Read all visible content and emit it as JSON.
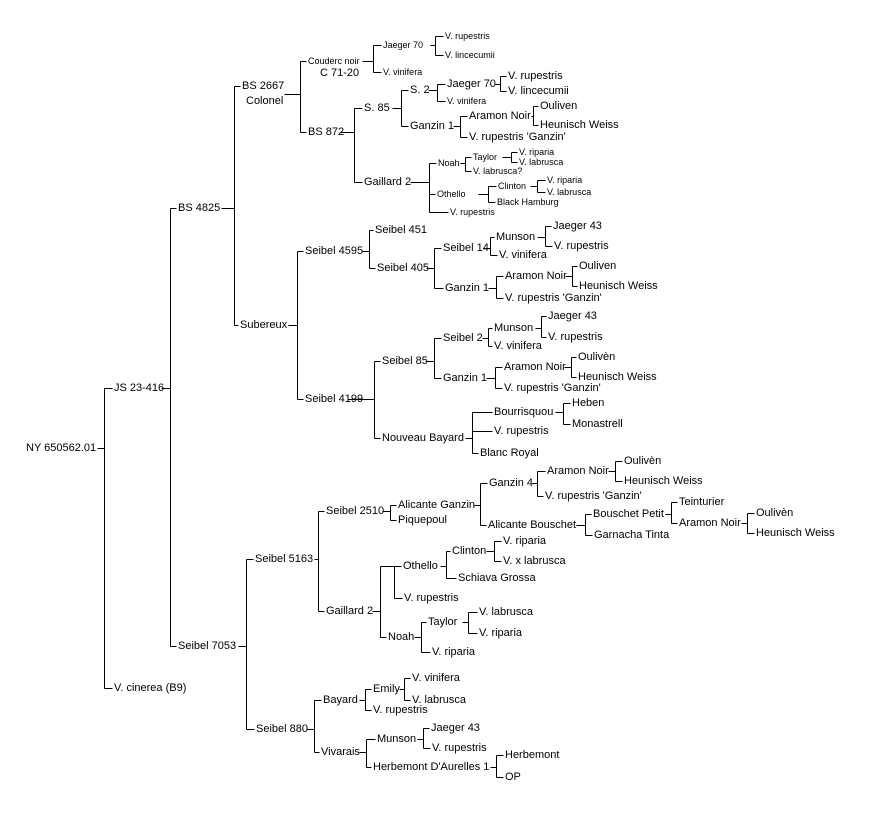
{
  "colors": {
    "line": "#000000",
    "text": "#000000",
    "background": "#ffffff"
  },
  "nodes": {
    "ny": "NY 650562.01",
    "js": "JS 23-416",
    "vcinerea": "V. cinerea (B9)",
    "bs4825": "BS 4825",
    "seibel7053": "Seibel 7053",
    "bs2667a": "BS 2667",
    "bs2667b": "Colonel",
    "subereux": "Subereux",
    "couderc_a": "Couderc noir",
    "couderc_b": "C 71-20",
    "bs872": "BS 872",
    "j70a": "Jaeger 70",
    "vv_a": "V. vinifera",
    "vr_a": "V. rupestris",
    "vl_a": "V. lincecumii",
    "s85": "S. 85",
    "gaillard2a": "Gaillard 2",
    "s2": "S. 2",
    "ganzin1a": "Ganzin 1",
    "j70b": "Jaeger 70",
    "vv_b": "V. vinifera",
    "vr_b": "V. rupestris",
    "vl_b": "V. lincecumii",
    "aramon_a": "Aramon Noir",
    "vrg_a": "V. rupestris 'Ganzin'",
    "ouliven_a": "Ouliven",
    "heunisch_a": "Heunisch Weiss",
    "noah_a": "Noah",
    "othello_a": "Othello",
    "vr_c": "V. rupestris",
    "taylor_a": "Taylor",
    "vlq_a": "V. labrusca?",
    "vrip_a": "V. riparia",
    "vlab_a": "V. labrusca",
    "clinton_a": "Clinton",
    "blackham": "Black Hamburg",
    "vrip_b": "V. riparia",
    "vlab_b": "V. labrusca",
    "seibel4595": "Seibel 4595",
    "seibel4199": "Seibel 4199",
    "seibel451": "Seibel 451",
    "seibel405": "Seibel 405",
    "seibel14": "Seibel 14",
    "ganzin1b": "Ganzin 1",
    "munson_a": "Munson",
    "vv_c": "V. vinifera",
    "j43a": "Jaeger 43",
    "vr_d": "V. rupestris",
    "aramon_b": "Aramon Noir",
    "vrg_b": "V. rupestris 'Ganzin'",
    "ouliven_b": "Ouliven",
    "heunisch_b": "Heunisch Weiss",
    "seibel85": "Seibel 85",
    "nouveau": "Nouveau Bayard",
    "seibel2": "Seibel 2",
    "ganzin1c": "Ganzin 1",
    "munson_b": "Munson",
    "vv_d": "V. vinifera",
    "j43b": "Jaeger 43",
    "vr_e": "V. rupestris",
    "aramon_c": "Aramon Noir",
    "vrg_c": "V. rupestris 'Ganzin'",
    "ouliven_c": "Oulivèn",
    "heunisch_c": "Heunisch Weiss",
    "bourrisquou": "Bourrisquou",
    "vr_f": "V. rupestris",
    "blancroyal": "Blanc Royal",
    "heben": "Heben",
    "monastrell": "Monastrell",
    "seibel5163": "Seibel 5163",
    "seibel880": "Seibel 880",
    "seibel2510": "Seibel 2510",
    "gaillard2b": "Gaillard 2",
    "alicanteganzin": "Alicante Ganzin",
    "piquepoul": "Piquepoul",
    "ganzin4": "Ganzin 4",
    "alicantebouschet": "Alicante Bouschet",
    "aramon_d": "Aramon Noir",
    "vrg_d": "V. rupestris 'Ganzin'",
    "ouliven_d": "Oulivèn",
    "heunisch_d": "Heunisch Weiss",
    "bouschetpetit": "Bouschet Petit",
    "garnacha": "Garnacha Tinta",
    "teinturier": "Teinturier",
    "aramon_e": "Aramon Noir",
    "ouliven_e": "Oulivèn",
    "heunisch_e": "Heunisch Weiss",
    "othello_b": "Othello",
    "vr_g": "V. rupestris",
    "clinton_b": "Clinton",
    "schiava": "Schiava Grossa",
    "vrip_c": "V. riparia",
    "vxl": "V. x labrusca",
    "noah_b": "Noah",
    "taylor_b": "Taylor",
    "vrip_d": "V. riparia",
    "vlab_c": "V. labrusca",
    "vrip_e": "V. riparia",
    "bayard": "Bayard",
    "vivarais": "Vivarais",
    "emily": "Emily",
    "vr_h": "V. rupestris",
    "vv_e": "V. vinifera",
    "vlab_d": "V. labrusca",
    "munson_c": "Munson",
    "herbemont_da": "Herbemont D'Aurelles 1",
    "j43c": "Jaeger 43",
    "vr_i": "V. rupestris",
    "herbemont": "Herbemont",
    "op": "OP"
  }
}
